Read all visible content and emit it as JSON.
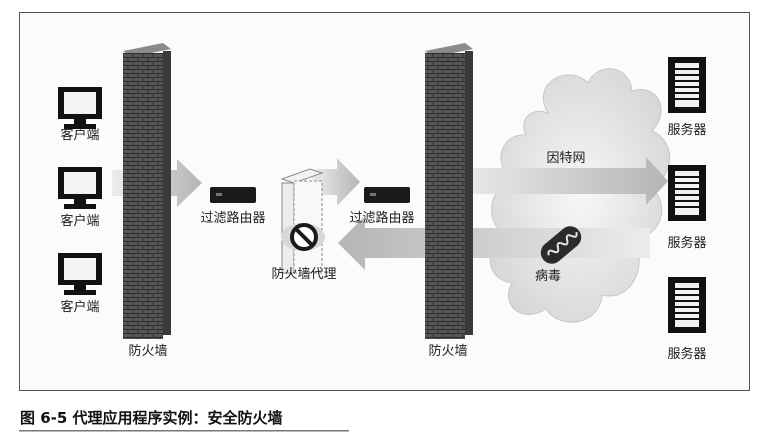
{
  "diagram": {
    "clients": [
      {
        "label": "客户端",
        "icon": "computer-icon"
      },
      {
        "label": "客户端",
        "icon": "computer-icon"
      },
      {
        "label": "客户端",
        "icon": "computer-icon"
      }
    ],
    "firewall_left": {
      "label": "防火墙",
      "icon": "brick-wall-icon"
    },
    "router_left": {
      "label": "过滤路由器",
      "icon": "router-icon"
    },
    "proxy": {
      "label": "防火墙代理",
      "icon": "no-entry-icon"
    },
    "router_right": {
      "label": "过滤路由器",
      "icon": "router-icon"
    },
    "firewall_right": {
      "label": "防火墙",
      "icon": "brick-wall-icon"
    },
    "internet": {
      "label": "因特网",
      "icon": "cloud-icon"
    },
    "virus": {
      "label": "病毒",
      "icon": "virus-icon"
    },
    "servers": [
      {
        "label": "服务器",
        "icon": "server-icon"
      },
      {
        "label": "服务器",
        "icon": "server-icon"
      },
      {
        "label": "服务器",
        "icon": "server-icon"
      }
    ]
  },
  "caption": "图 6-5   代理应用程序实例：安全防火墙",
  "colors": {
    "arrow": "#c4c4c4",
    "brick": "#4f4f4f",
    "cloud": "#e8e8e8",
    "device": "#111111"
  }
}
